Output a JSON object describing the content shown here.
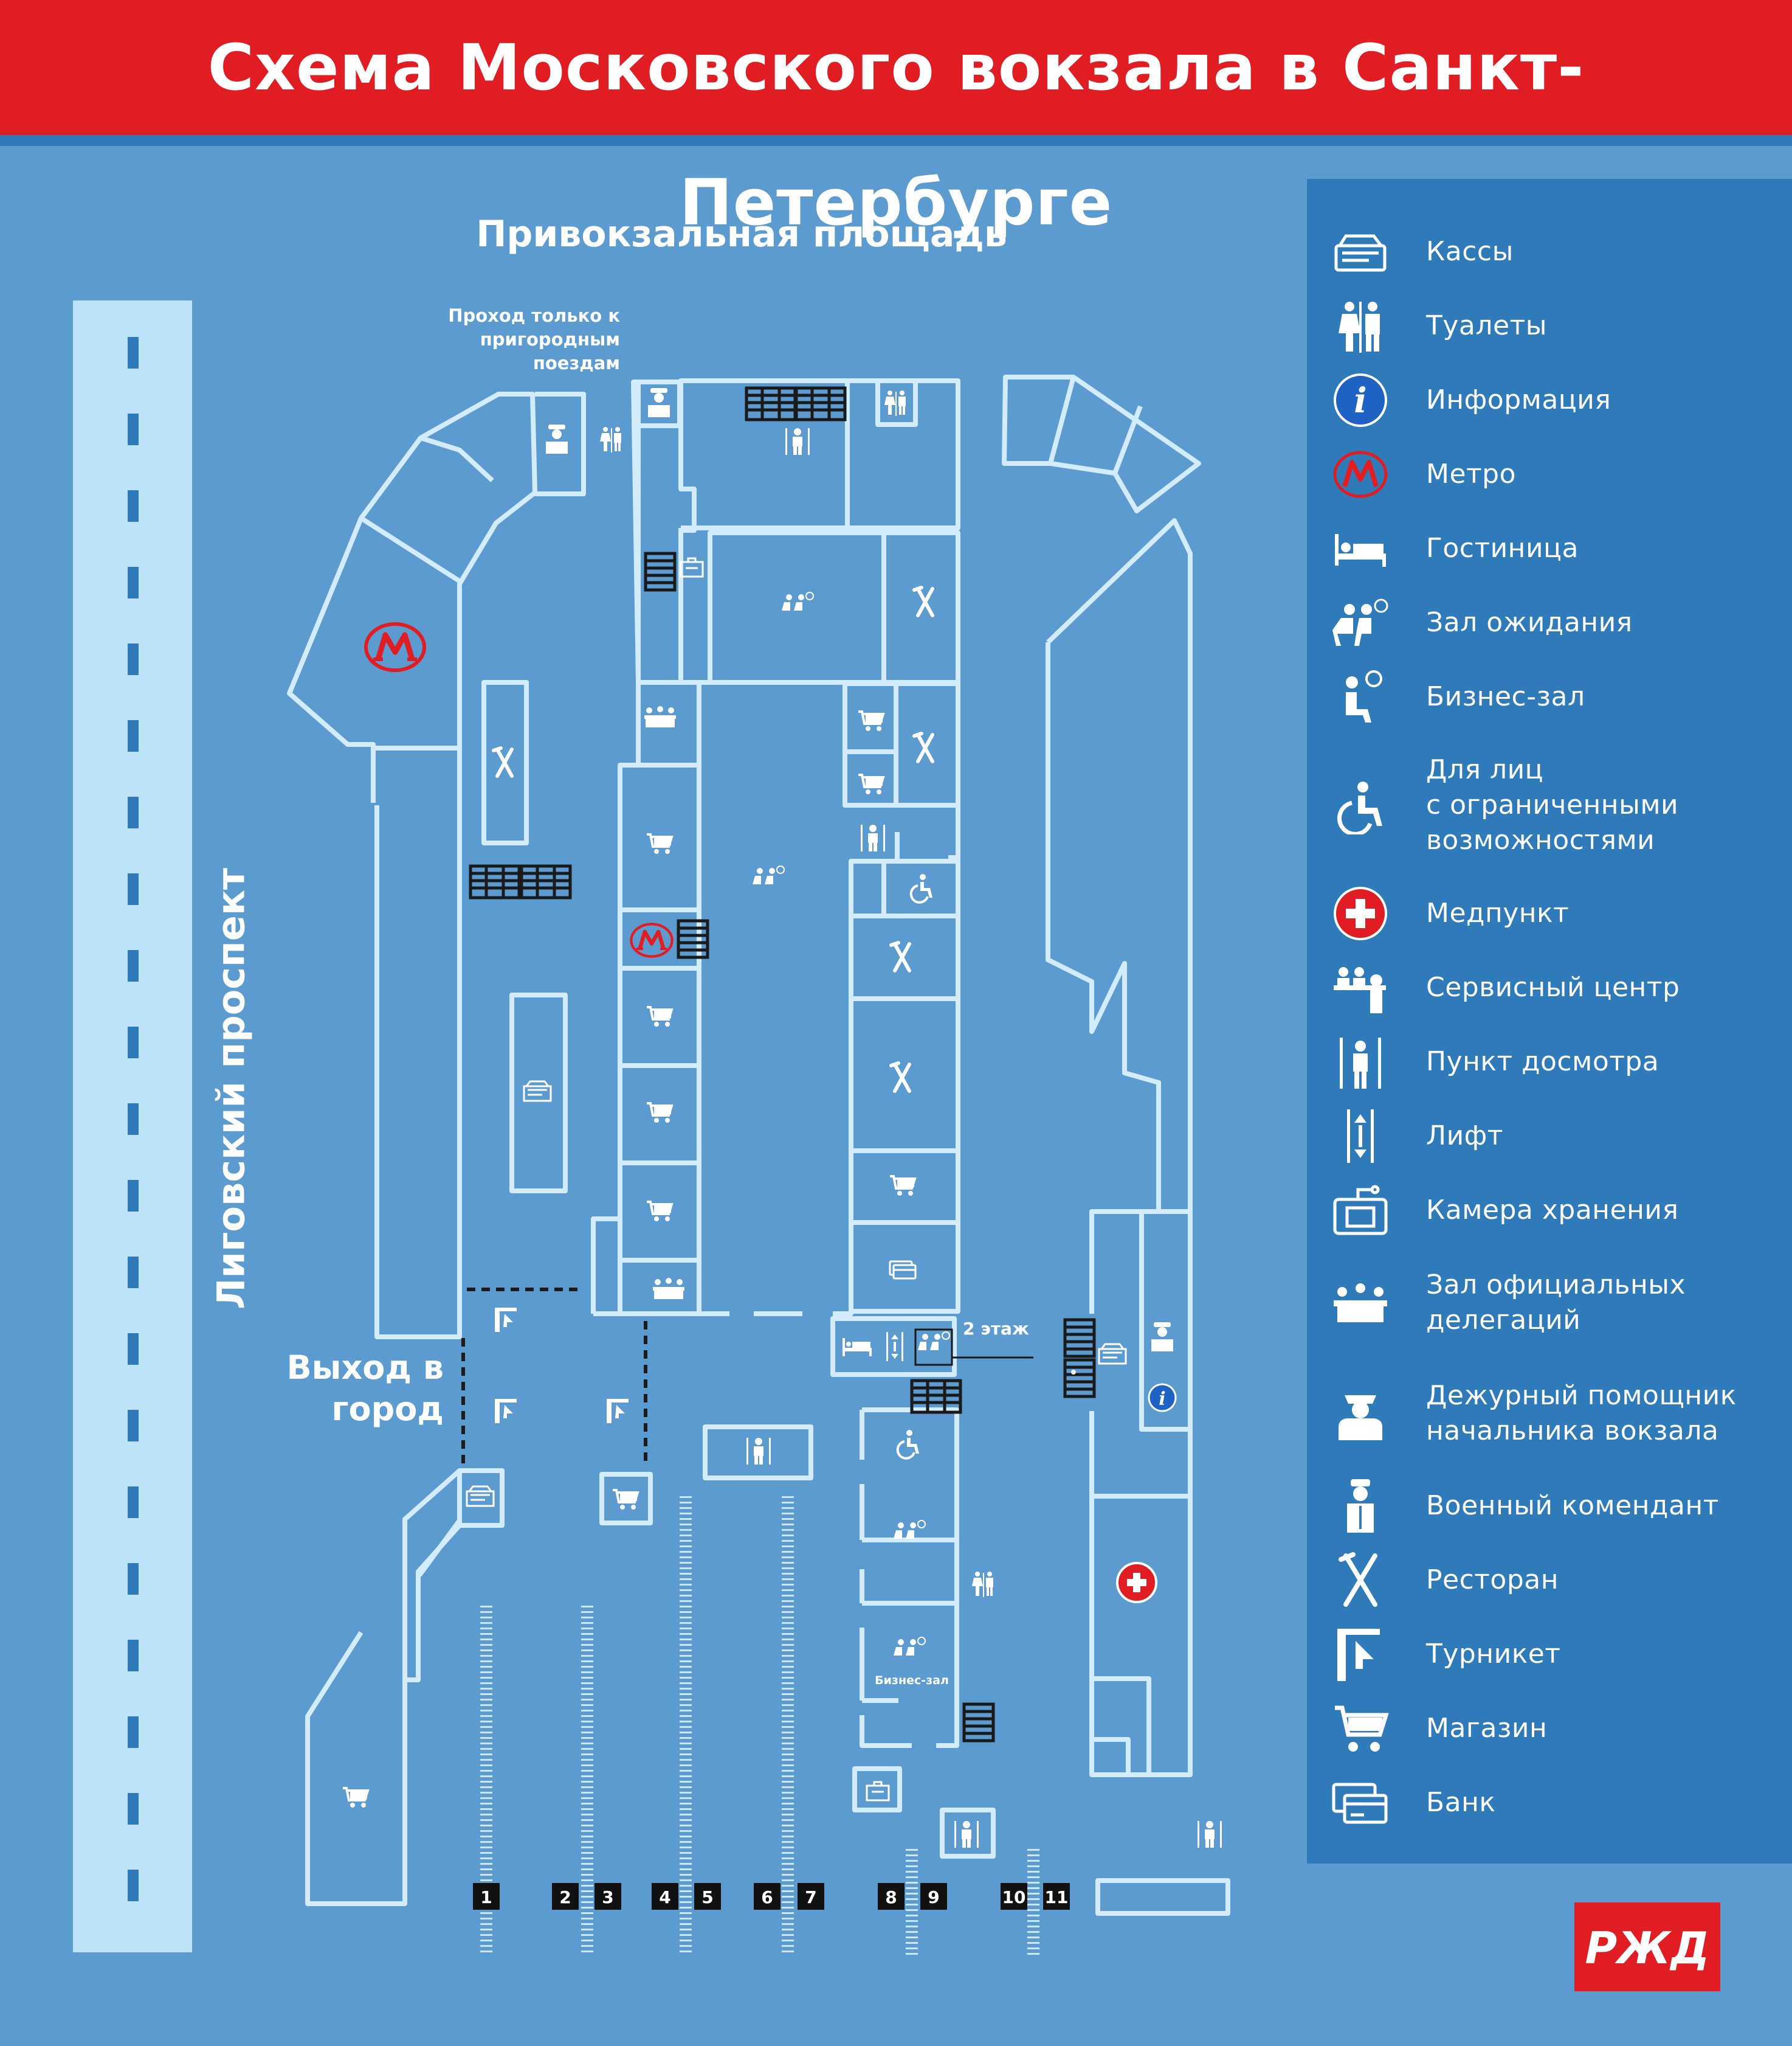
{
  "title": "Схема Московского вокзала в Санкт-Петербурге",
  "labels": {
    "square": "Привокзальная площадь",
    "passage": "Проход только к пригородным поездам",
    "avenue": "Лиговский проспект",
    "exit": "Выход в город",
    "floor2": "2 этаж",
    "business_small": "Бизнес-зал"
  },
  "platforms": [
    "1",
    "2",
    "3",
    "4",
    "5",
    "6",
    "7",
    "8",
    "9",
    "10",
    "11"
  ],
  "legend": [
    {
      "icon": "ticket-office-icon",
      "label": "Кассы"
    },
    {
      "icon": "toilet-icon",
      "label": "Туалеты"
    },
    {
      "icon": "information-icon",
      "label": "Информация"
    },
    {
      "icon": "metro-icon",
      "label": "Метро"
    },
    {
      "icon": "hotel-icon",
      "label": "Гостиница"
    },
    {
      "icon": "waiting-room-icon",
      "label": "Зал ожидания"
    },
    {
      "icon": "business-lounge-icon",
      "label": "Бизнес-зал"
    },
    {
      "icon": "accessibility-icon",
      "label": "Для лиц\nс ограниченными\nвозможностями"
    },
    {
      "icon": "first-aid-icon",
      "label": "Медпункт"
    },
    {
      "icon": "service-center-icon",
      "label": "Сервисный центр"
    },
    {
      "icon": "security-check-icon",
      "label": "Пункт досмотра"
    },
    {
      "icon": "elevator-icon",
      "label": "Лифт"
    },
    {
      "icon": "luggage-storage-icon",
      "label": "Камера хранения"
    },
    {
      "icon": "delegation-hall-icon",
      "label": "Зал официальных\nделегаций"
    },
    {
      "icon": "station-duty-officer-icon",
      "label": "Дежурный помощник\nначальника вокзала"
    },
    {
      "icon": "military-commandant-icon",
      "label": "Военный комендант"
    },
    {
      "icon": "restaurant-icon",
      "label": "Ресторан"
    },
    {
      "icon": "turnstile-icon",
      "label": "Турникет"
    },
    {
      "icon": "shop-icon",
      "label": "Магазин"
    },
    {
      "icon": "bank-icon",
      "label": "Банк"
    }
  ],
  "logo": "РЖД",
  "colors": {
    "header": "#e11d24",
    "background": "#5b9bd0",
    "legend_panel": "#2f7ab8",
    "road": "#bde3fb",
    "walls": "#d2ecfd",
    "accent_red": "#e11d24",
    "info_blue": "#1e63c4"
  }
}
